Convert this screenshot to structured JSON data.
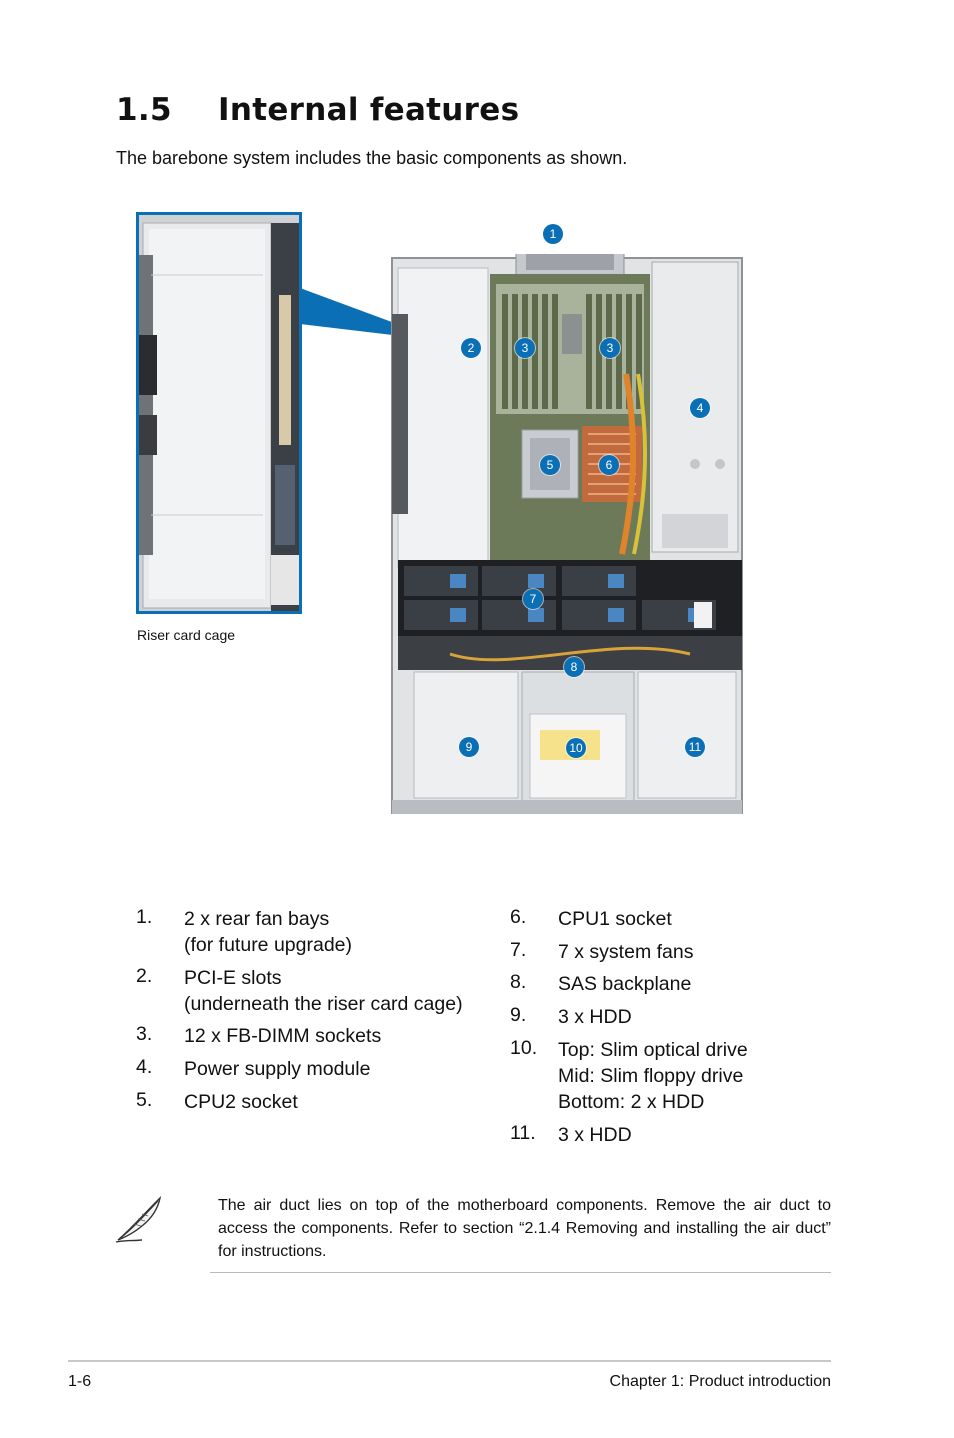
{
  "section": {
    "number": "1.5",
    "title": "Internal features",
    "intro": "The barebone system includes the basic components as shown."
  },
  "figure": {
    "riser_caption": "Riser card cage",
    "callouts": [
      "1",
      "2",
      "3",
      "3",
      "4",
      "5",
      "6",
      "7",
      "8",
      "9",
      "10",
      "11"
    ],
    "accent_color": "#0b6fb5"
  },
  "components_left": [
    {
      "num": "1.",
      "lines": [
        "2 x rear fan bays",
        "(for future upgrade)"
      ]
    },
    {
      "num": "2.",
      "lines": [
        "PCI-E slots",
        "(underneath the riser card cage)"
      ]
    },
    {
      "num": "3.",
      "lines": [
        "12 x FB-DIMM sockets"
      ]
    },
    {
      "num": "4.",
      "lines": [
        "Power supply module"
      ]
    },
    {
      "num": "5.",
      "lines": [
        "CPU2 socket"
      ]
    }
  ],
  "components_right": [
    {
      "num": "6.",
      "lines": [
        "CPU1 socket"
      ]
    },
    {
      "num": "7.",
      "lines": [
        "7 x system fans"
      ]
    },
    {
      "num": "8.",
      "lines": [
        "SAS backplane"
      ]
    },
    {
      "num": "9.",
      "lines": [
        "3 x HDD"
      ]
    },
    {
      "num": "10.",
      "lines": [
        "Top: Slim optical drive",
        "Mid: Slim floppy drive",
        "Bottom: 2 x HDD"
      ]
    },
    {
      "num": "11.",
      "lines": [
        "3 x HDD"
      ]
    }
  ],
  "note": {
    "icon": "quill-pen-icon",
    "text": "The air duct lies on top of the motherboard components. Remove the air duct to access the components. Refer to section “2.1.4 Removing and installing the air duct” for instructions."
  },
  "footer": {
    "page": "1-6",
    "chapter": "Chapter 1:  Product introduction"
  }
}
